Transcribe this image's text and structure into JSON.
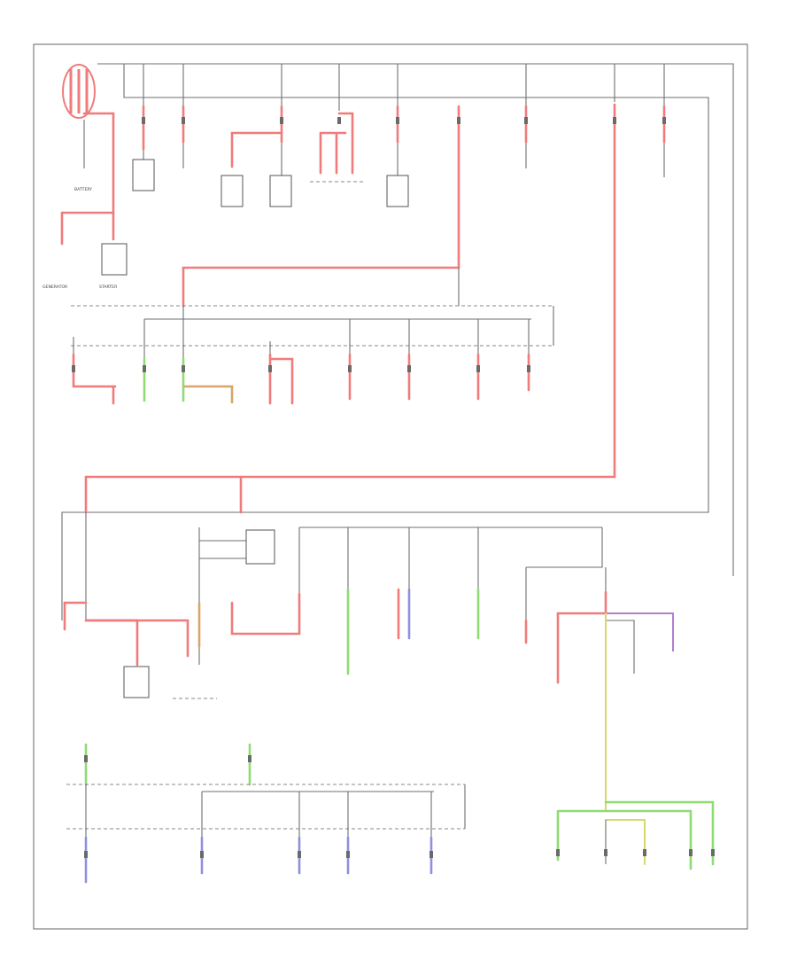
{
  "labels": {
    "battery": "BATTERY",
    "generator": "GENERATOR",
    "starter": "STARTER"
  },
  "colors": {
    "red": "#f07b7b",
    "green": "#8fdc72",
    "blue": "#8f8fe0",
    "yellow": "#d6d86e",
    "violet": "#b27ed2",
    "orange": "#d9a56a",
    "black": "#6f6f6f"
  }
}
